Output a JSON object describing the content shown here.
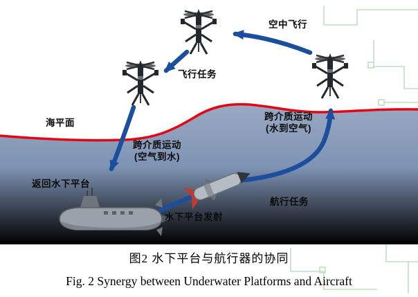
{
  "figure": {
    "labels": {
      "air_flight": "空中飞行",
      "flight_mission": "飞行任务",
      "sea_level": "海平面",
      "cross_medium_air_to_water": "跨介质运动\n(空气到水)",
      "cross_medium_water_to_air": "跨介质运动\n(水到空气)",
      "return_to_underwater_platform": "返回水下平台",
      "underwater_platform_launch": "水下平台发射",
      "navigation_mission": "航行任务"
    },
    "icons": {
      "aerial_drone": "drone-icon",
      "submarine": "submarine-icon",
      "underwater_vehicle": "torpedo-icon"
    },
    "colors": {
      "sea_surface_line": "#e30613",
      "arrow": "#1c4e9e",
      "sea_top": "#9aa9c2",
      "sea_bottom": "#637ca6",
      "circuit_trace": "#b7ddb9",
      "vehicle_dark": "#23282e"
    }
  },
  "captions": {
    "chinese": "图2 水下平台与航行器的协同",
    "english": "Fig. 2 Synergy between Underwater Platforms and Aircraft"
  }
}
